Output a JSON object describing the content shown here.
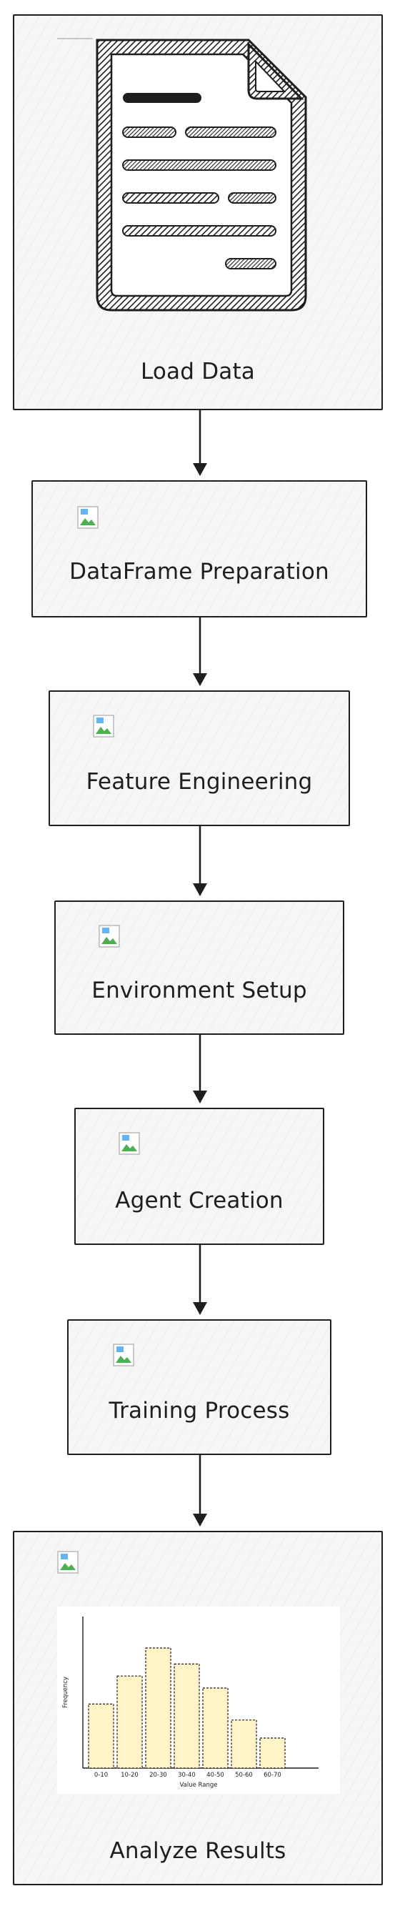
{
  "diagram": {
    "nodes": [
      {
        "id": "load-data",
        "label": "Load Data",
        "icon": "document-icon"
      },
      {
        "id": "dataframe-preparation",
        "label": "DataFrame Preparation",
        "icon": "broken-image-icon"
      },
      {
        "id": "feature-engineering",
        "label": "Feature Engineering",
        "icon": "broken-image-icon"
      },
      {
        "id": "environment-setup",
        "label": "Environment Setup",
        "icon": "broken-image-icon"
      },
      {
        "id": "agent-creation",
        "label": "Agent Creation",
        "icon": "broken-image-icon"
      },
      {
        "id": "training-process",
        "label": "Training Process",
        "icon": "broken-image-icon"
      },
      {
        "id": "analyze-results",
        "label": "Analyze Results",
        "icon": "broken-image-icon"
      }
    ],
    "edges": [
      {
        "from": "load-data",
        "to": "dataframe-preparation"
      },
      {
        "from": "dataframe-preparation",
        "to": "feature-engineering"
      },
      {
        "from": "feature-engineering",
        "to": "environment-setup"
      },
      {
        "from": "environment-setup",
        "to": "agent-creation"
      },
      {
        "from": "agent-creation",
        "to": "training-process"
      },
      {
        "from": "training-process",
        "to": "analyze-results"
      }
    ],
    "colors": {
      "stroke": "#1e1e1e",
      "node_fill": "#f6f6f6",
      "bar_fill": "#fff4c8"
    }
  },
  "chart_data": {
    "type": "bar",
    "categories": [
      "0-10",
      "10-20",
      "20-30",
      "30-40",
      "40-50",
      "50-60",
      "60-70"
    ],
    "values": [
      3.2,
      4.6,
      6.0,
      5.2,
      4.0,
      2.4,
      1.5
    ],
    "xlabel": "Value Range",
    "ylabel": "Frequency",
    "ylim": [
      0,
      7
    ],
    "grid": false
  }
}
